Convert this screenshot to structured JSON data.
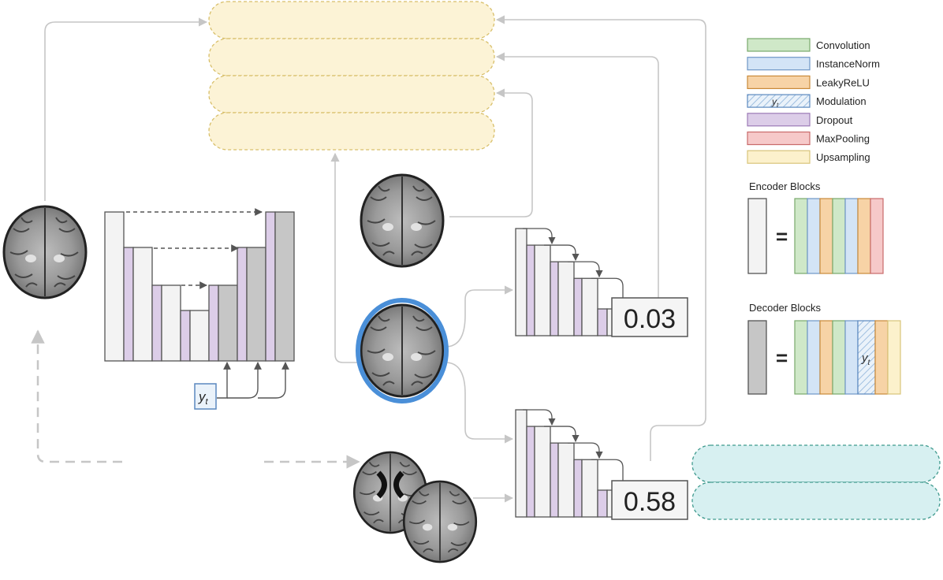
{
  "legend": {
    "items": [
      {
        "key": "convolution",
        "label": "Convolution",
        "color": "#cfe8c8",
        "stroke": "#79a96c"
      },
      {
        "key": "instancenorm",
        "label": "InstanceNorm",
        "color": "#d3e4f6",
        "stroke": "#6f96c6"
      },
      {
        "key": "leakyrelu",
        "label": "LeakyReLU",
        "color": "#f7d3a6",
        "stroke": "#c98a3a"
      },
      {
        "key": "modulation",
        "label": "Modulation",
        "color": "#eaf2fa",
        "stroke": "#5b88bf",
        "symbol": "y",
        "subscript": "t"
      },
      {
        "key": "dropout",
        "label": "Dropout",
        "color": "#dccde8",
        "stroke": "#9c7bb6"
      },
      {
        "key": "maxpooling",
        "label": "MaxPooling",
        "color": "#f6c9c9",
        "stroke": "#c96a6a"
      },
      {
        "key": "upsampling",
        "label": "Upsampling",
        "color": "#fcf1cc",
        "stroke": "#d8c47a"
      }
    ]
  },
  "encoder_blocks": {
    "title": "Encoder Blocks",
    "equals": "="
  },
  "decoder_blocks": {
    "title": "Decoder Blocks",
    "equals": "=",
    "symbol": "y",
    "subscript": "t"
  },
  "condition_label": {
    "symbol": "y",
    "subscript": "t"
  },
  "scores": {
    "top": "0.03",
    "bottom": "0.58"
  },
  "colors": {
    "encoder_block": "#f3f3f3",
    "decoder_block": "#c6c6c6",
    "dropout": "#dccde8",
    "upsampling_bank": "#fcf3d6",
    "upsampling_bank_border": "#d8bf6a",
    "teal_bank": "#d7f0f1",
    "teal_bank_border": "#3f9a8e",
    "highlight_outline": "#4a8fd8",
    "arrow_light": "#c6c6c6",
    "arrow_dark": "#555555"
  }
}
